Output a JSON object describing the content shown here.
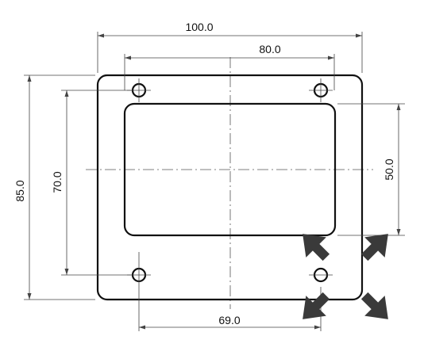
{
  "drawing": {
    "dimensions": {
      "overall_width": "100.0",
      "hole_spacing_top": "80.0",
      "overall_height": "85.0",
      "hole_spacing_vertical": "70.0",
      "cutout_height": "50.0",
      "hole_spacing_bottom": "69.0"
    },
    "icon": "expand-arrows-icon",
    "colors": {
      "line": "#111111",
      "icon": "#3a3a3a"
    }
  }
}
